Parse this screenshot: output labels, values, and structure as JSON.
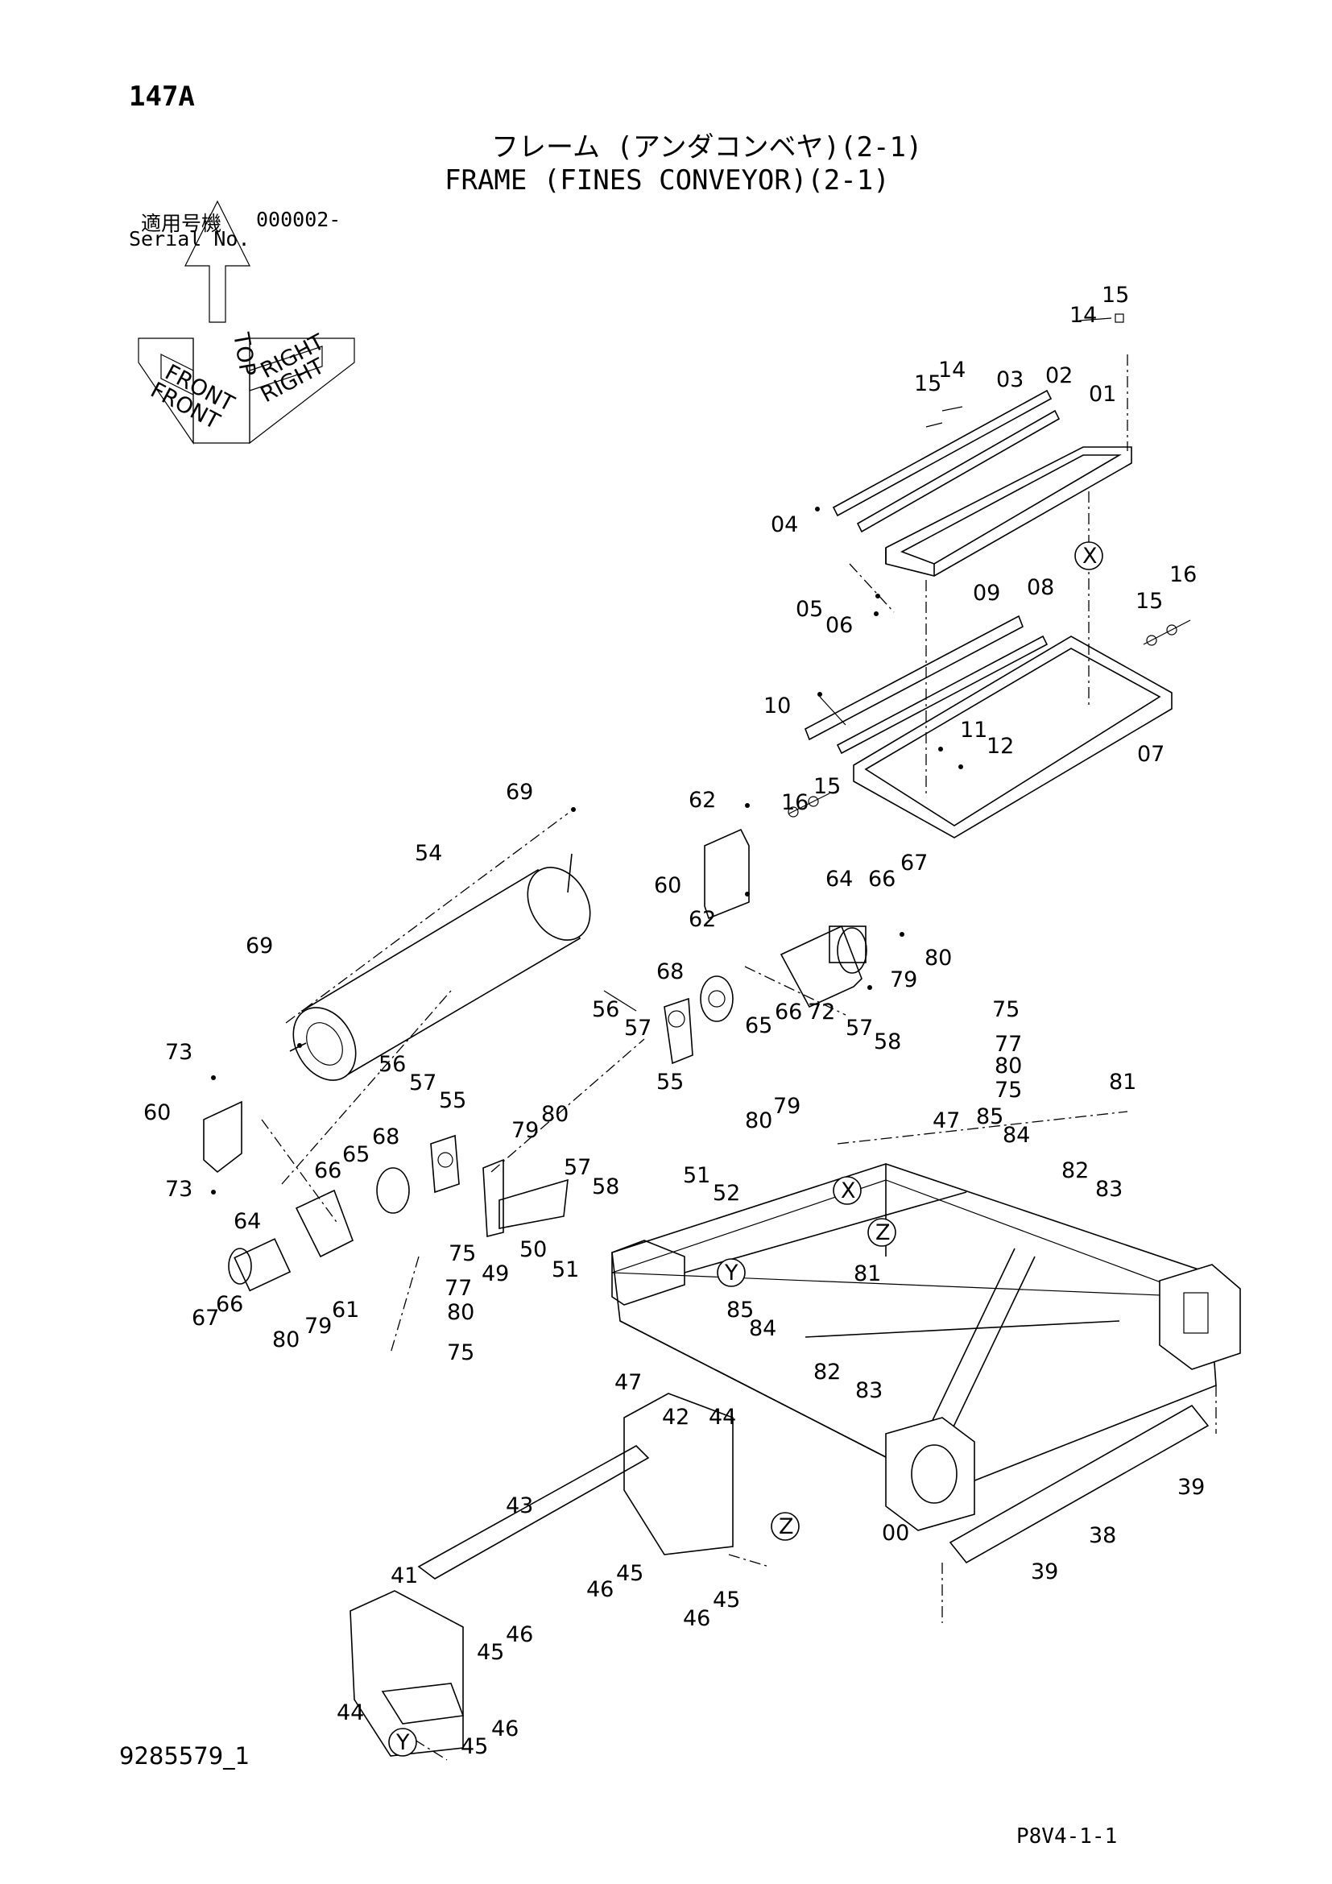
{
  "header": {
    "page_number": "147A",
    "title_jp": "フレーム (アンダコンベヤ)(2-1)",
    "title_en": "FRAME (FINES CONVEYOR)(2-1)",
    "serial_label_jp": "適用号機",
    "serial_value": "000002-",
    "serial_label_en": "Serial No."
  },
  "orientation_icon": {
    "labels": [
      "FRONT",
      "FRONT",
      "RIGHT",
      "RIGHT",
      "TOP"
    ]
  },
  "footer": {
    "document_code": "9285579_1",
    "sheet_code": "P8V4-1-1"
  },
  "callouts": [
    "15",
    "14",
    "15",
    "14",
    "03",
    "02",
    "01",
    "04",
    "05",
    "06",
    "09",
    "08",
    "15",
    "16",
    "10",
    "11",
    "12",
    "07",
    "62",
    "16",
    "15",
    "69",
    "54",
    "60",
    "64",
    "66",
    "67",
    "62",
    "68",
    "80",
    "79",
    "69",
    "56",
    "57",
    "65",
    "66",
    "72",
    "55",
    "75",
    "77",
    "80",
    "75",
    "57",
    "58",
    "81",
    "73",
    "56",
    "57",
    "55",
    "60",
    "80",
    "79",
    "80",
    "79",
    "47",
    "85",
    "84",
    "66",
    "65",
    "68",
    "57",
    "58",
    "51",
    "52",
    "82",
    "83",
    "73",
    "64",
    "75",
    "50",
    "51",
    "49",
    "81",
    "85",
    "84",
    "67",
    "66",
    "80",
    "79",
    "61",
    "77",
    "80",
    "75",
    "47",
    "82",
    "83",
    "42",
    "44",
    "43",
    "00",
    "39",
    "38",
    "39",
    "41",
    "46",
    "45",
    "46",
    "45",
    "45",
    "46",
    "44",
    "45",
    "46"
  ],
  "reference_markers": [
    "X",
    "X",
    "Y",
    "Z",
    "Z",
    "Y"
  ]
}
